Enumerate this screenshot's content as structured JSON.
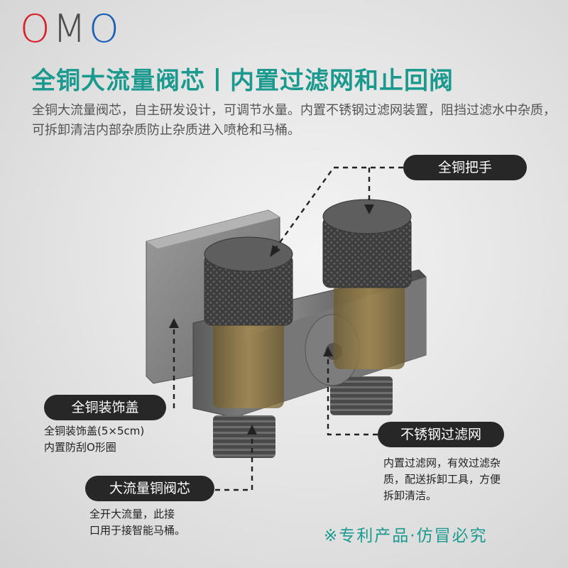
{
  "brand": {
    "o1": "O",
    "m": "M",
    "o2": "O"
  },
  "headline": "全铜大流量阀芯丨内置过滤网和止回阀",
  "intro": "全铜大流量阀芯，自主研发设计，可调节水量。内置不锈钢过滤网装置，阻挡过滤水中杂质，可拆卸清洁内部杂质防止杂质进入喷枪和马桶。",
  "labels": {
    "handle": "全铜把手",
    "cover": "全铜装饰盖",
    "cover_desc_1": "全铜装饰盖(5×5cm)",
    "cover_desc_2": "内置防刮O形圈",
    "filter": "不锈钢过滤网",
    "filter_desc_1": "内置过滤网，有效过滤杂",
    "filter_desc_2": "质，配送拆卸工具，方便",
    "filter_desc_3": "拆卸清洁。",
    "core": "大流量铜阀芯",
    "core_desc_1": "全开大流量，此接",
    "core_desc_2": "口用于接智能马桶。"
  },
  "patent": "※专利产品·仿冒必究",
  "colors": {
    "accent": "#1a9a8f",
    "logo_red": "#d8232a",
    "logo_blue": "#1b5fb5",
    "pill": "#272727"
  }
}
